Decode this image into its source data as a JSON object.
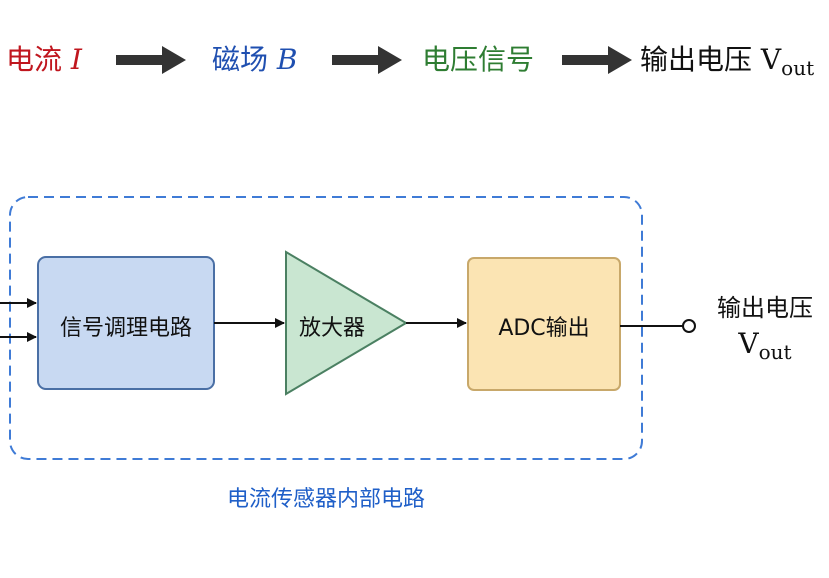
{
  "flow": {
    "step1": {
      "label": "电流",
      "var": "I",
      "color": "#c0161e"
    },
    "step2": {
      "label": "磁场",
      "var": "B",
      "color": "#1f4fb0"
    },
    "step3": {
      "label": "电压信号",
      "color": "#2e7d32"
    },
    "step4": {
      "label": "输出电压",
      "v": "V",
      "sub": "out",
      "color": "#111111"
    },
    "arrow_color": "#333333"
  },
  "blocks": {
    "conditioning": {
      "label": "信号调理电路",
      "fill": "#c8d9f2",
      "stroke": "#4a6fa5"
    },
    "amplifier": {
      "label": "放大器",
      "fill": "#c9e6d1",
      "stroke": "#4b8062"
    },
    "adc": {
      "label": "ADC输出",
      "fill": "#fbe4b3",
      "stroke": "#c8a86a"
    }
  },
  "output": {
    "label": "输出电压",
    "v": "V",
    "sub": "out"
  },
  "boundary": {
    "caption": "电流传感器内部电路",
    "color": "#3f7bd6"
  }
}
